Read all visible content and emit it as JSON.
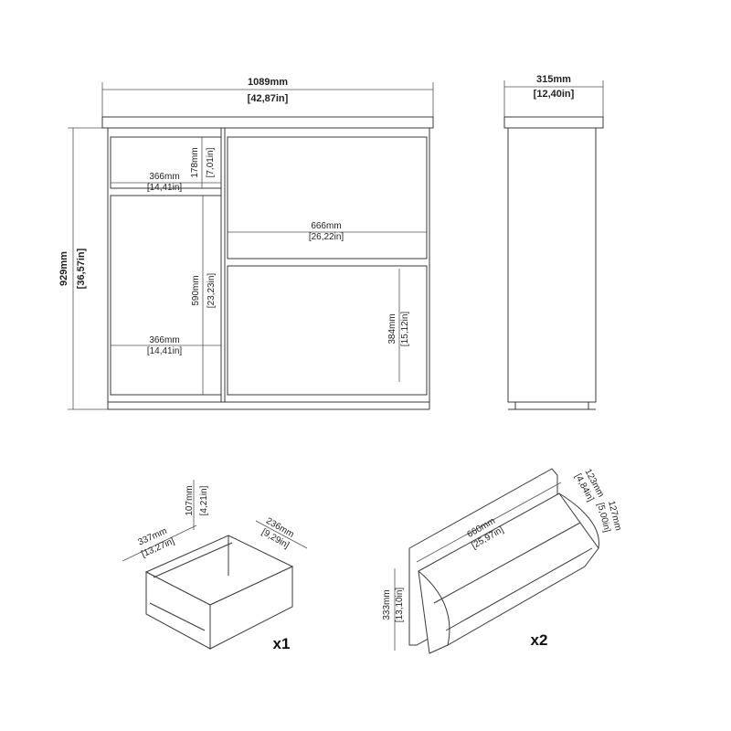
{
  "front_view": {
    "width_mm": "1089mm",
    "width_in": "[42,87in]",
    "height_mm": "929mm",
    "height_in": "[36,57in]",
    "upper_left_width_mm": "366mm",
    "upper_left_width_in": "[14,41in]",
    "upper_left_height_mm": "178mm",
    "upper_left_height_in": "[7,01in]",
    "right_width_mm": "666mm",
    "right_width_in": "[26,22in]",
    "lower_left_height_mm": "590mm",
    "lower_left_height_in": "[23,23in]",
    "lower_left_width_mm": "366mm",
    "lower_left_width_in": "[14,41in]",
    "right_lower_height_mm": "384mm",
    "right_lower_height_in": "[15,12in]"
  },
  "side_view": {
    "depth_mm": "315mm",
    "depth_in": "[12,40in]"
  },
  "drawer": {
    "height_mm": "107mm",
    "height_in": "[4,21in]",
    "depth_mm": "337mm",
    "depth_in": "[13,27in]",
    "width_mm": "236mm",
    "width_in": "[9,29in]",
    "quantity": "x1"
  },
  "shoe_rack": {
    "width_mm": "660mm",
    "width_in": "[25,97in]",
    "top_depth_mm": "123mm",
    "top_depth_in": "[4,84in]",
    "depth_mm": "127mm",
    "depth_in": "[5,00in]",
    "height_mm": "333mm",
    "height_in": "[13,10in]",
    "quantity": "x2"
  }
}
